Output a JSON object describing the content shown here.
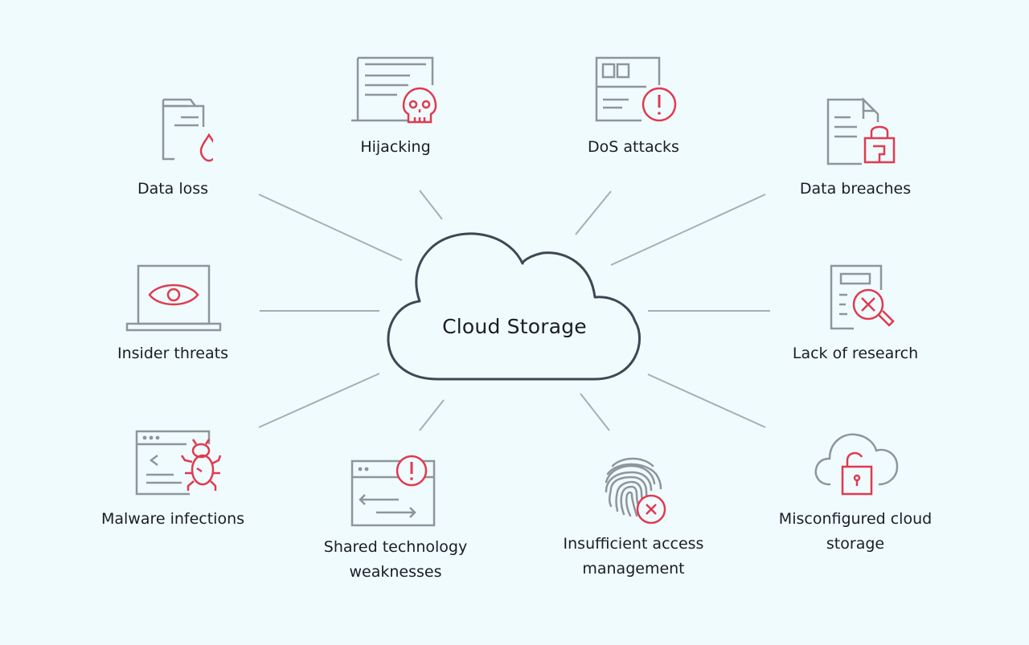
{
  "center": {
    "label": "Cloud Storage"
  },
  "threats": [
    {
      "label": "Data loss",
      "icon": "folder-drop-icon"
    },
    {
      "label": "Hijacking",
      "icon": "document-skull-icon"
    },
    {
      "label": "DoS attacks",
      "icon": "window-alert-icon"
    },
    {
      "label": "Data breaches",
      "icon": "document-lock-icon"
    },
    {
      "label": "Insider threats",
      "icon": "laptop-eye-icon"
    },
    {
      "label": "Lack of research",
      "icon": "document-magnifier-icon"
    },
    {
      "label": "Malware infections",
      "icon": "browser-bug-icon"
    },
    {
      "label": "Shared technology weaknesses",
      "icon": "window-transfer-icon"
    },
    {
      "label": "Insufficient access management",
      "icon": "fingerprint-x-icon"
    },
    {
      "label": "Misconfigured cloud storage",
      "icon": "cloud-unlocked-icon"
    }
  ],
  "colors": {
    "background": "#f0fbfd",
    "outline": "#3f4756",
    "icon_gray": "#8e959c",
    "accent_red": "#e03a4f",
    "connector": "#a5afb6"
  }
}
